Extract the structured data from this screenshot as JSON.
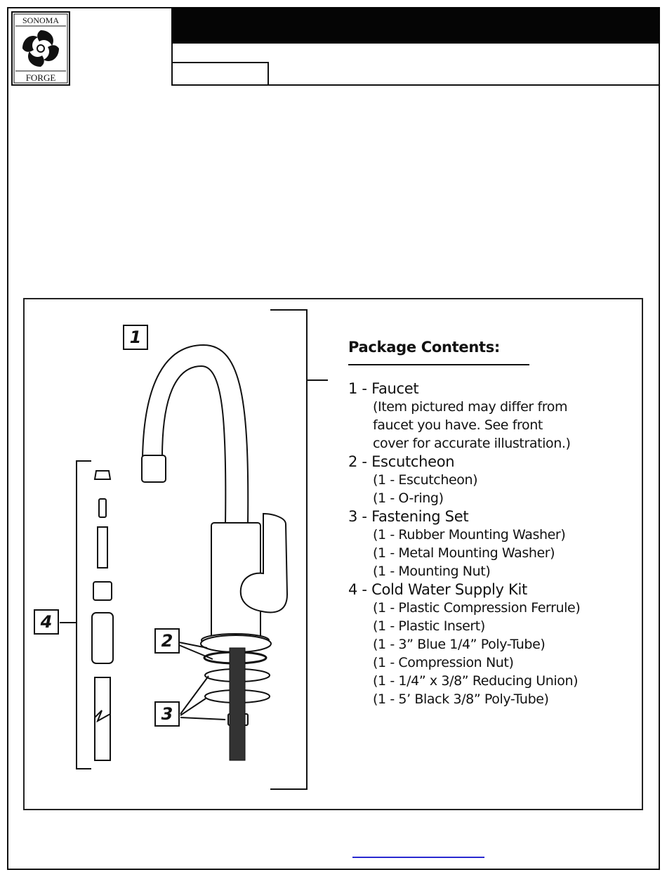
{
  "brand": {
    "logo_top": "SONOMA",
    "logo_bottom": "FORGE"
  },
  "callouts": [
    "1",
    "2",
    "3",
    "4"
  ],
  "package_contents": {
    "title": "Package Contents:",
    "items": [
      {
        "label": "1 - Faucet",
        "details": [
          "(Item pictured may differ from",
          "faucet you have.  See front",
          "cover for accurate illustration.)"
        ]
      },
      {
        "label": "2 - Escutcheon",
        "details": [
          "(1 - Escutcheon)",
          "(1 - O-ring)"
        ]
      },
      {
        "label": "3 - Fastening Set",
        "details": [
          "(1 - Rubber Mounting Washer)",
          "(1 - Metal Mounting Washer)",
          "(1 - Mounting Nut)"
        ]
      },
      {
        "label": "4 - Cold Water Supply Kit",
        "details": [
          "(1 - Plastic Compression Ferrule)",
          "(1 - Plastic Insert)",
          "(1 - 3” Blue 1/4” Poly-Tube)",
          "(1 - Compression Nut)",
          "(1 - 1/4” x 3/8” Reducing Union)",
          "(1 - 5’ Black 3/8” Poly-Tube)"
        ]
      }
    ]
  },
  "colors": {
    "title_bar": "#050505",
    "link": "#2a2ad0"
  }
}
